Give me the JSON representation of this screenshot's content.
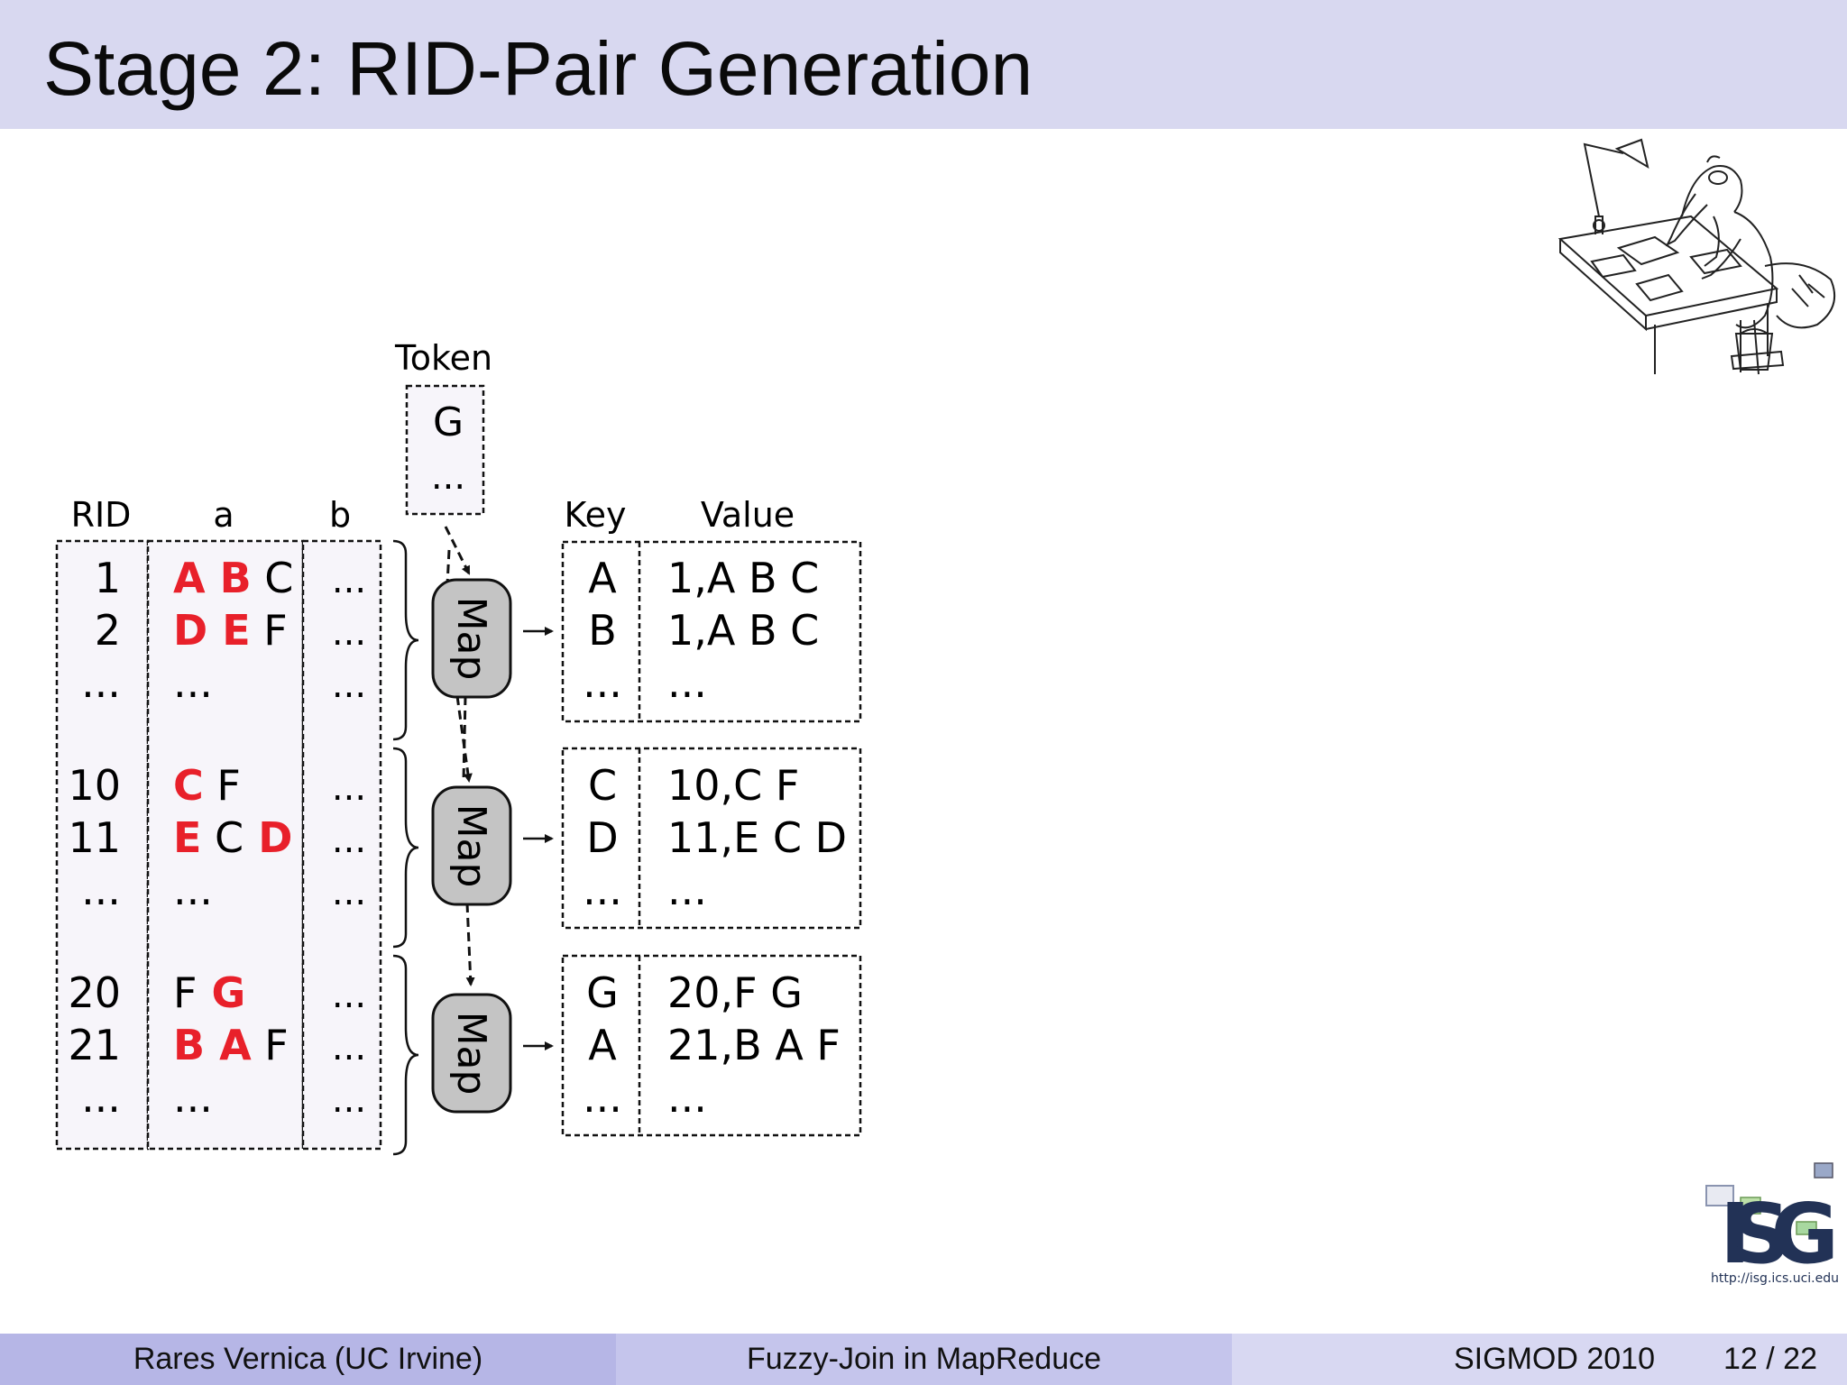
{
  "title": "Stage 2: RID-Pair Generation",
  "footer": {
    "author": "Rares Vernica  (UC Irvine)",
    "talk": "Fuzzy-Join in MapReduce",
    "venue": "SIGMOD 2010",
    "page": "12 / 22"
  },
  "token_box": {
    "label": "Token",
    "value": "G",
    "ellipsis": "..."
  },
  "input_table": {
    "headers": [
      "RID",
      "a",
      "b"
    ],
    "groups": [
      {
        "rows": [
          {
            "rid": "1",
            "a": [
              {
                "t": "A",
                "hl": true
              },
              {
                "t": "B",
                "hl": true
              },
              {
                "t": "C",
                "hl": false
              }
            ],
            "b": "..."
          },
          {
            "rid": "2",
            "a": [
              {
                "t": "D",
                "hl": true
              },
              {
                "t": "E",
                "hl": true
              },
              {
                "t": "F",
                "hl": false
              }
            ],
            "b": "..."
          },
          {
            "rid": "...",
            "a": [
              {
                "t": "...",
                "hl": false
              }
            ],
            "b": "..."
          }
        ]
      },
      {
        "rows": [
          {
            "rid": "10",
            "a": [
              {
                "t": "C",
                "hl": true
              },
              {
                "t": "F",
                "hl": false
              }
            ],
            "b": "..."
          },
          {
            "rid": "11",
            "a": [
              {
                "t": "E",
                "hl": true
              },
              {
                "t": "C",
                "hl": false
              },
              {
                "t": "D",
                "hl": true
              }
            ],
            "b": "..."
          },
          {
            "rid": "...",
            "a": [
              {
                "t": "...",
                "hl": false
              }
            ],
            "b": "..."
          }
        ]
      },
      {
        "rows": [
          {
            "rid": "20",
            "a": [
              {
                "t": "F",
                "hl": false
              },
              {
                "t": "G",
                "hl": true
              }
            ],
            "b": "..."
          },
          {
            "rid": "21",
            "a": [
              {
                "t": "B",
                "hl": true
              },
              {
                "t": "A",
                "hl": true
              },
              {
                "t": "F",
                "hl": false
              }
            ],
            "b": "..."
          },
          {
            "rid": "...",
            "a": [
              {
                "t": "...",
                "hl": false
              }
            ],
            "b": "..."
          }
        ]
      }
    ]
  },
  "map_label": "Map",
  "output": {
    "headers": [
      "Key",
      "Value"
    ],
    "groups": [
      {
        "rows": [
          {
            "key": "A",
            "value": "1,A B C"
          },
          {
            "key": "B",
            "value": "1,A B C"
          },
          {
            "key": "...",
            "value": "..."
          }
        ]
      },
      {
        "rows": [
          {
            "key": "C",
            "value": "10,C F"
          },
          {
            "key": "D",
            "value": "11,E C D"
          },
          {
            "key": "...",
            "value": "..."
          }
        ]
      },
      {
        "rows": [
          {
            "key": "G",
            "value": "20,F G"
          },
          {
            "key": "A",
            "value": "21,B A F"
          },
          {
            "key": "...",
            "value": "..."
          }
        ]
      }
    ]
  },
  "colors": {
    "highlight": "#e8202a",
    "title_bar": "#d8d8f0",
    "map_fill": "#c4c4c4",
    "table_fill": "#f7f5fa"
  },
  "logos": {
    "isg_url": "http://isg.ics.uci.edu",
    "isg_letters": "ISG"
  }
}
